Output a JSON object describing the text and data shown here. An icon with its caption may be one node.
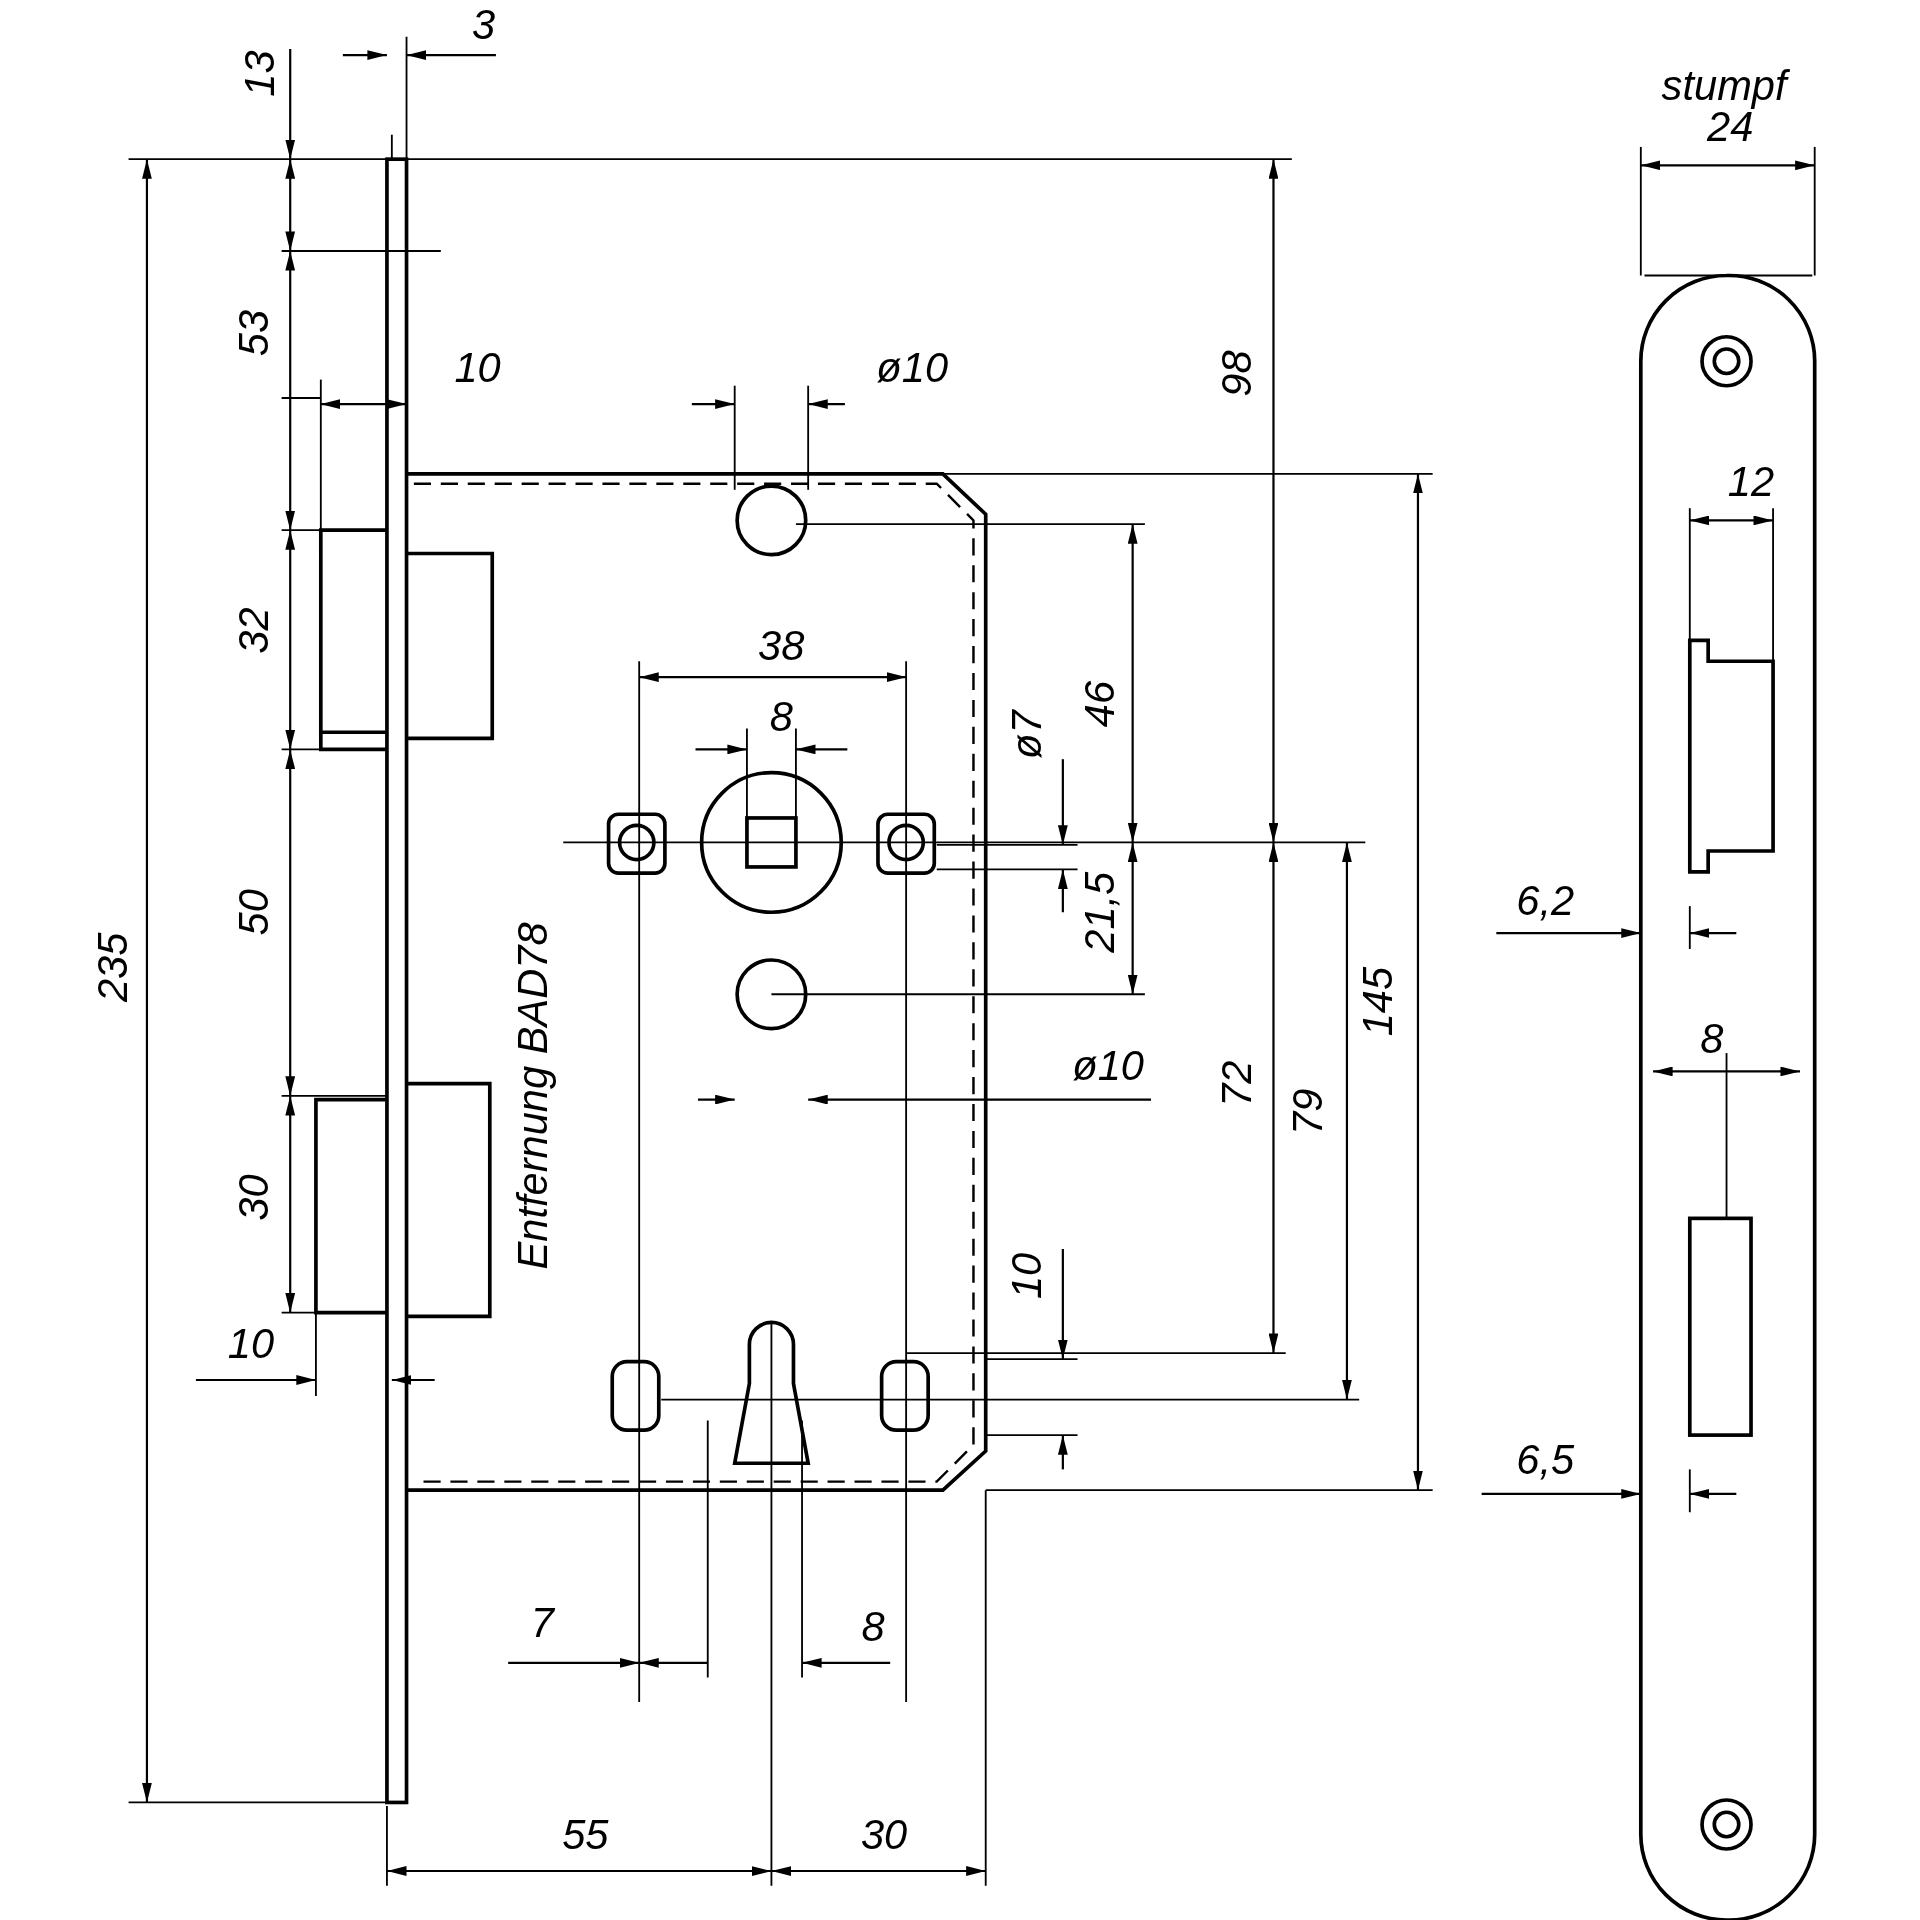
{
  "diagram": {
    "labels": [
      "3",
      "13",
      "stumpf",
      "24",
      "53",
      "10",
      "ø10",
      "98",
      "12",
      "38",
      "32",
      "8",
      "ø7",
      "46",
      "21,5",
      "6,2",
      "50",
      "235",
      "Entfernung BAD78",
      "145",
      "8",
      "ø10",
      "72",
      "79",
      "30",
      "10",
      "10",
      "6,5",
      "7",
      "8",
      "55",
      "30"
    ]
  }
}
